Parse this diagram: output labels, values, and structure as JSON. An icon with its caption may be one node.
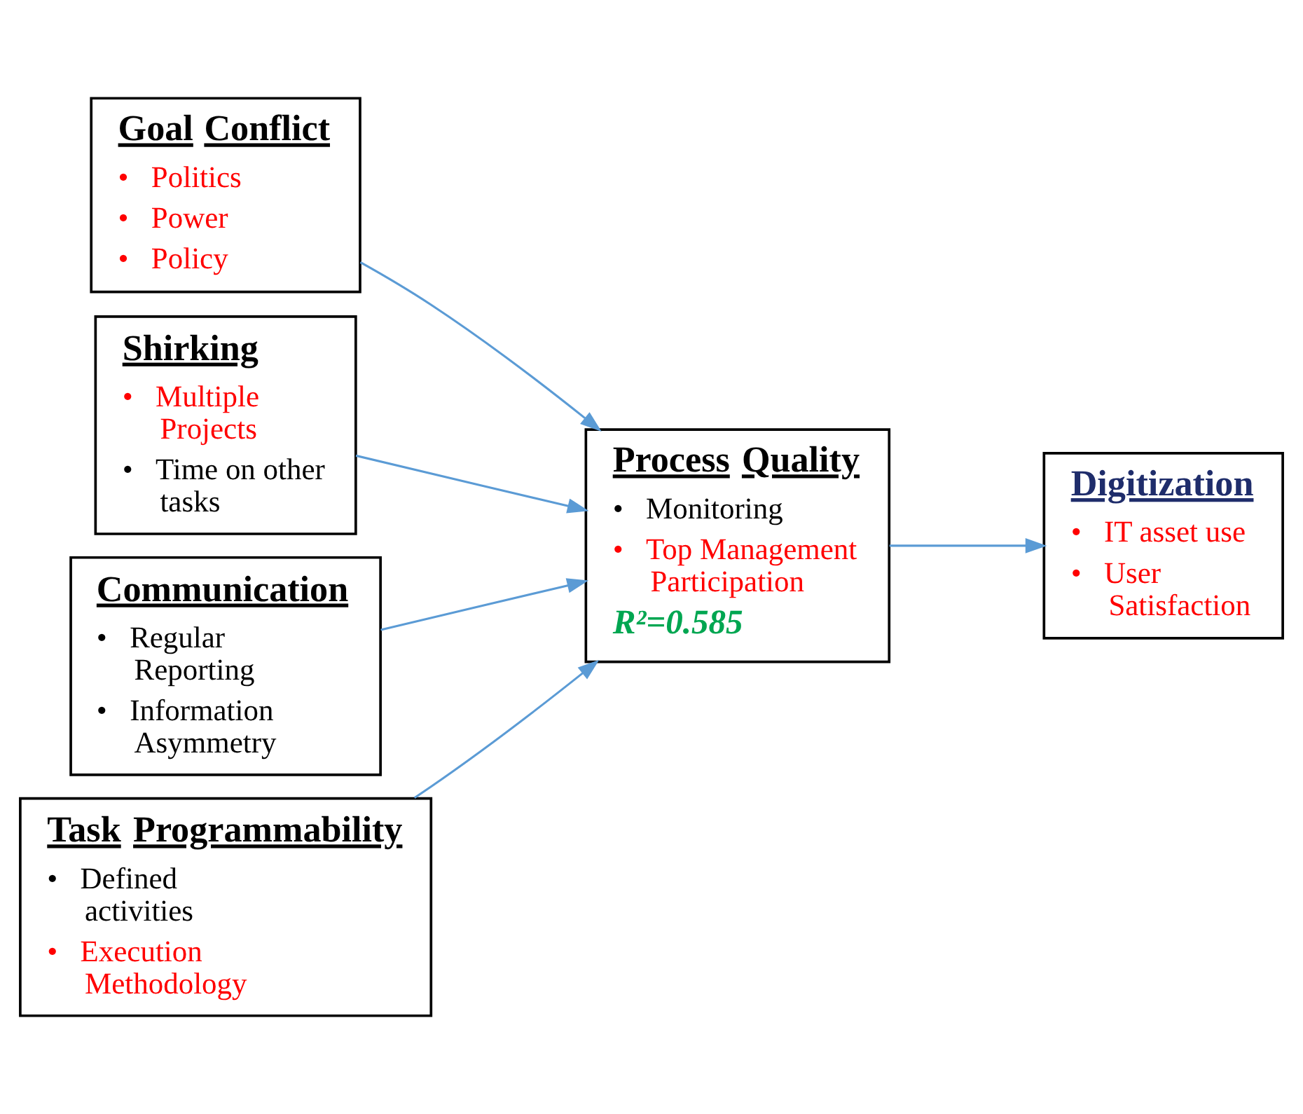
{
  "diagram": {
    "nodes": [
      {
        "text": [
          "Goal Conflict",
          "• Politics",
          "• Power",
          "• Policy"
        ]
      },
      {
        "text": [
          "Shirking",
          "• Multiple Projects",
          "• Time on other tasks"
        ]
      },
      {
        "text": [
          "Communication",
          "• Regular Reporting",
          "• Information Asymmetry"
        ]
      },
      {
        "text": [
          "Task Programmability",
          "• Defined activities",
          "• Execution Methodology"
        ]
      },
      {
        "text": [
          "Process Quality",
          "• Monitoring",
          "• Top Management Participation",
          "R²=0.585"
        ]
      },
      {
        "text": [
          "Digitization",
          "• IT asset use",
          "• User Satisfaction"
        ]
      }
    ],
    "edges": [
      {
        "from": 0,
        "to": 4,
        "arrow": "to"
      },
      {
        "from": 1,
        "to": 4,
        "arrow": "to"
      },
      {
        "from": 2,
        "to": 4,
        "arrow": "to"
      },
      {
        "from": 3,
        "to": 4,
        "arrow": "to"
      },
      {
        "from": 4,
        "to": 5,
        "arrow": "to"
      }
    ]
  }
}
